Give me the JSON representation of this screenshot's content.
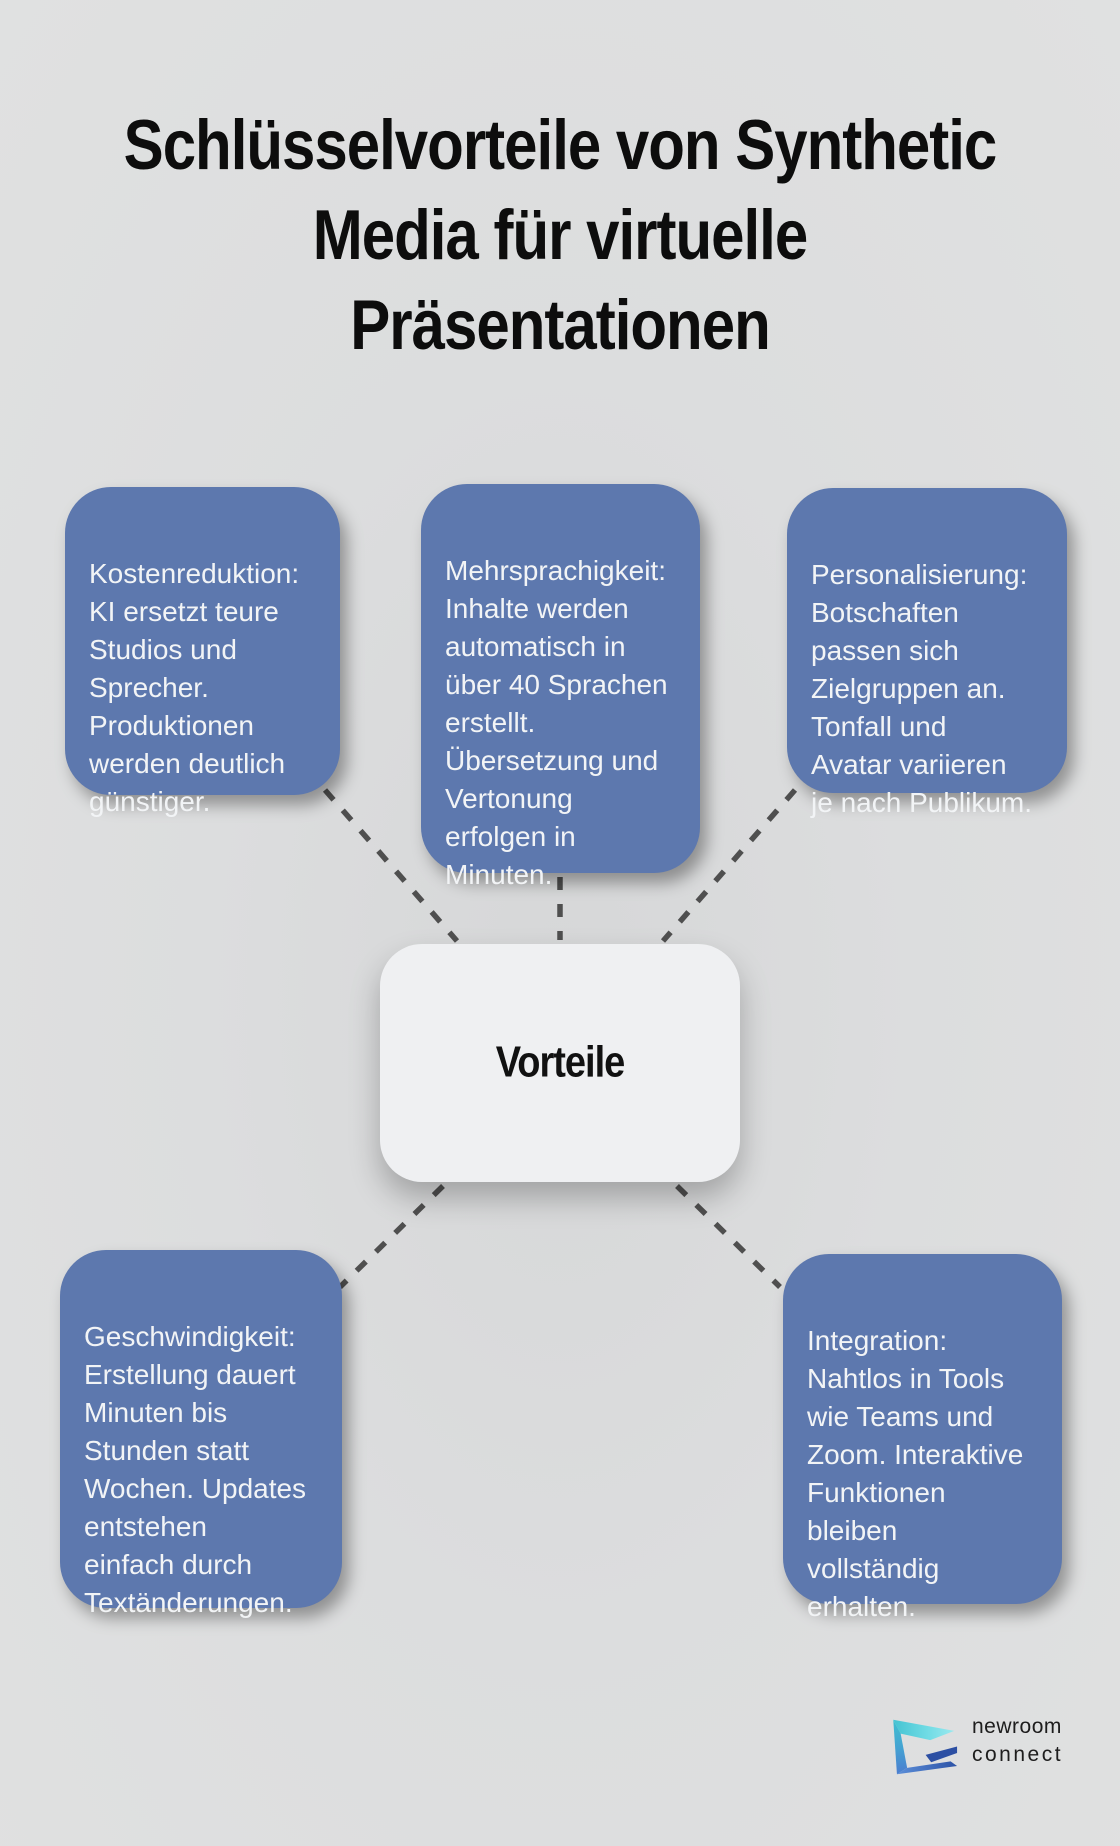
{
  "title": "Schlüsselvorteile von Synthetic\nMedia für virtuelle\nPräsentationen",
  "center": {
    "label": "Vorteile"
  },
  "nodes": [
    {
      "id": "kostenreduktion",
      "text": "Kostenreduktion:\nKI ersetzt teure\nStudios und\nSprecher.\nProduktionen\nwerden deutlich\ngünstiger."
    },
    {
      "id": "mehrsprachigkeit",
      "text": "Mehrsprachigkeit:\nInhalte werden\nautomatisch in\nüber 40 Sprachen\nerstellt.\nÜbersetzung und\nVertonung\nerfolgen in\nMinuten."
    },
    {
      "id": "personalisierung",
      "text": "Personalisierung:\nBotschaften\npassen sich\nZielgruppen an.\nTonfall und\nAvatar variieren\nje nach Publikum."
    },
    {
      "id": "geschwindigkeit",
      "text": "Geschwindigkeit:\nErstellung dauert\nMinuten bis\nStunden statt\nWochen. Updates\nentstehen\neinfach durch\nTextänderungen."
    },
    {
      "id": "integration",
      "text": "Integration:\nNahtlos in Tools\nwie Teams und\nZoom. Interaktive\nFunktionen\nbleiben\nvollständig\nerhalten."
    }
  ],
  "logo": {
    "line1": "newroom",
    "line2": "connect"
  },
  "colors": {
    "background": "#dcddde",
    "node_fill": "#5d78ae",
    "node_text": "#f2f4f6",
    "center_fill": "#eff0f2",
    "center_text": "#111111",
    "connector": "#4f4f4f",
    "title_text": "#0d0d0d",
    "logo_text": "#1d1d1d",
    "logo_cyan": "#9ae9ef",
    "logo_teal": "#45c3d2",
    "logo_blue": "#5b8fd9",
    "logo_navy": "#2c4fa3"
  }
}
